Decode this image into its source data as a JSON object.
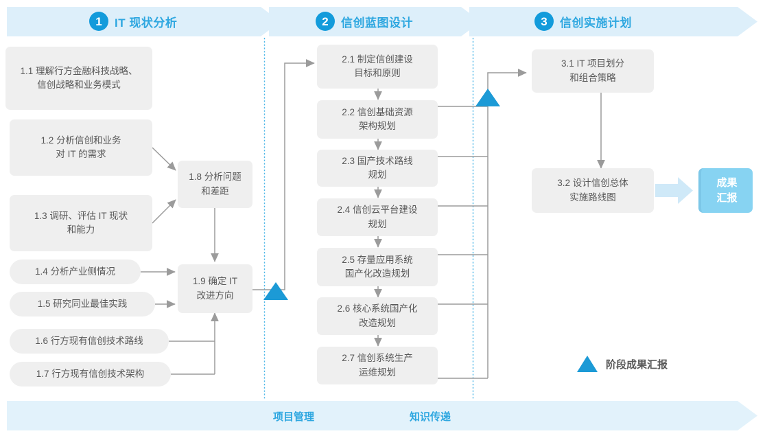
{
  "phases": [
    {
      "num": "1",
      "title": "IT 现状分析"
    },
    {
      "num": "2",
      "title": "信创蓝图设计"
    },
    {
      "num": "3",
      "title": "信创实施计划"
    }
  ],
  "phase1_tasks": [
    {
      "id": "1.1",
      "label": "1.1 理解行方金融科技战略、\n信创战略和业务模式"
    },
    {
      "id": "1.2",
      "label": "1.2 分析信创和业务\n对 IT 的需求"
    },
    {
      "id": "1.3",
      "label": "1.3 调研、评估 IT 现状\n和能力"
    },
    {
      "id": "1.4",
      "label": "1.4 分析产业侧情况"
    },
    {
      "id": "1.5",
      "label": "1.5 研究同业最佳实践"
    },
    {
      "id": "1.6",
      "label": "1.6 行方现有信创技术路线"
    },
    {
      "id": "1.7",
      "label": "1.7 行方现有信创技术架构"
    },
    {
      "id": "1.8",
      "label": "1.8 分析问题\n和差距"
    },
    {
      "id": "1.9",
      "label": "1.9 确定 IT\n改进方向"
    }
  ],
  "phase2_tasks": [
    {
      "id": "2.1",
      "label": "2.1 制定信创建设\n目标和原则"
    },
    {
      "id": "2.2",
      "label": "2.2 信创基础资源\n架构规划"
    },
    {
      "id": "2.3",
      "label": "2.3 国产技术路线\n规划"
    },
    {
      "id": "2.4",
      "label": "2.4 信创云平台建设\n规划"
    },
    {
      "id": "2.5",
      "label": "2.5 存量应用系统\n国产化改造规划"
    },
    {
      "id": "2.6",
      "label": "2.6 核心系统国产化\n改造规划"
    },
    {
      "id": "2.7",
      "label": "2.7 信创系统生产\n运维规划"
    }
  ],
  "phase3_tasks": [
    {
      "id": "3.1",
      "label": "3.1 IT 项目划分\n和组合策略"
    },
    {
      "id": "3.2",
      "label": "3.2 设计信创总体\n实施路线图"
    }
  ],
  "result": {
    "label": "成果\n汇报"
  },
  "legend": {
    "icon": "triangle-up-icon",
    "label": "阶段成果汇报"
  },
  "footer": {
    "labels": [
      "项目管理",
      "知识传递"
    ]
  },
  "colors": {
    "accent": "#2EA7E0",
    "accent_circle": "#129BDB",
    "banner_fill": "#DDEFFA",
    "footer_fill": "#E2F2FB",
    "box_fill": "#EFEFEF",
    "box_text": "#585858",
    "result_fill": "#87D3F2",
    "milestone_triangle": "#1C9AD6",
    "connector": "#9B9B9B",
    "divider_dotted": "#4FB8E8",
    "result_arrow": "#CFE9F8"
  }
}
